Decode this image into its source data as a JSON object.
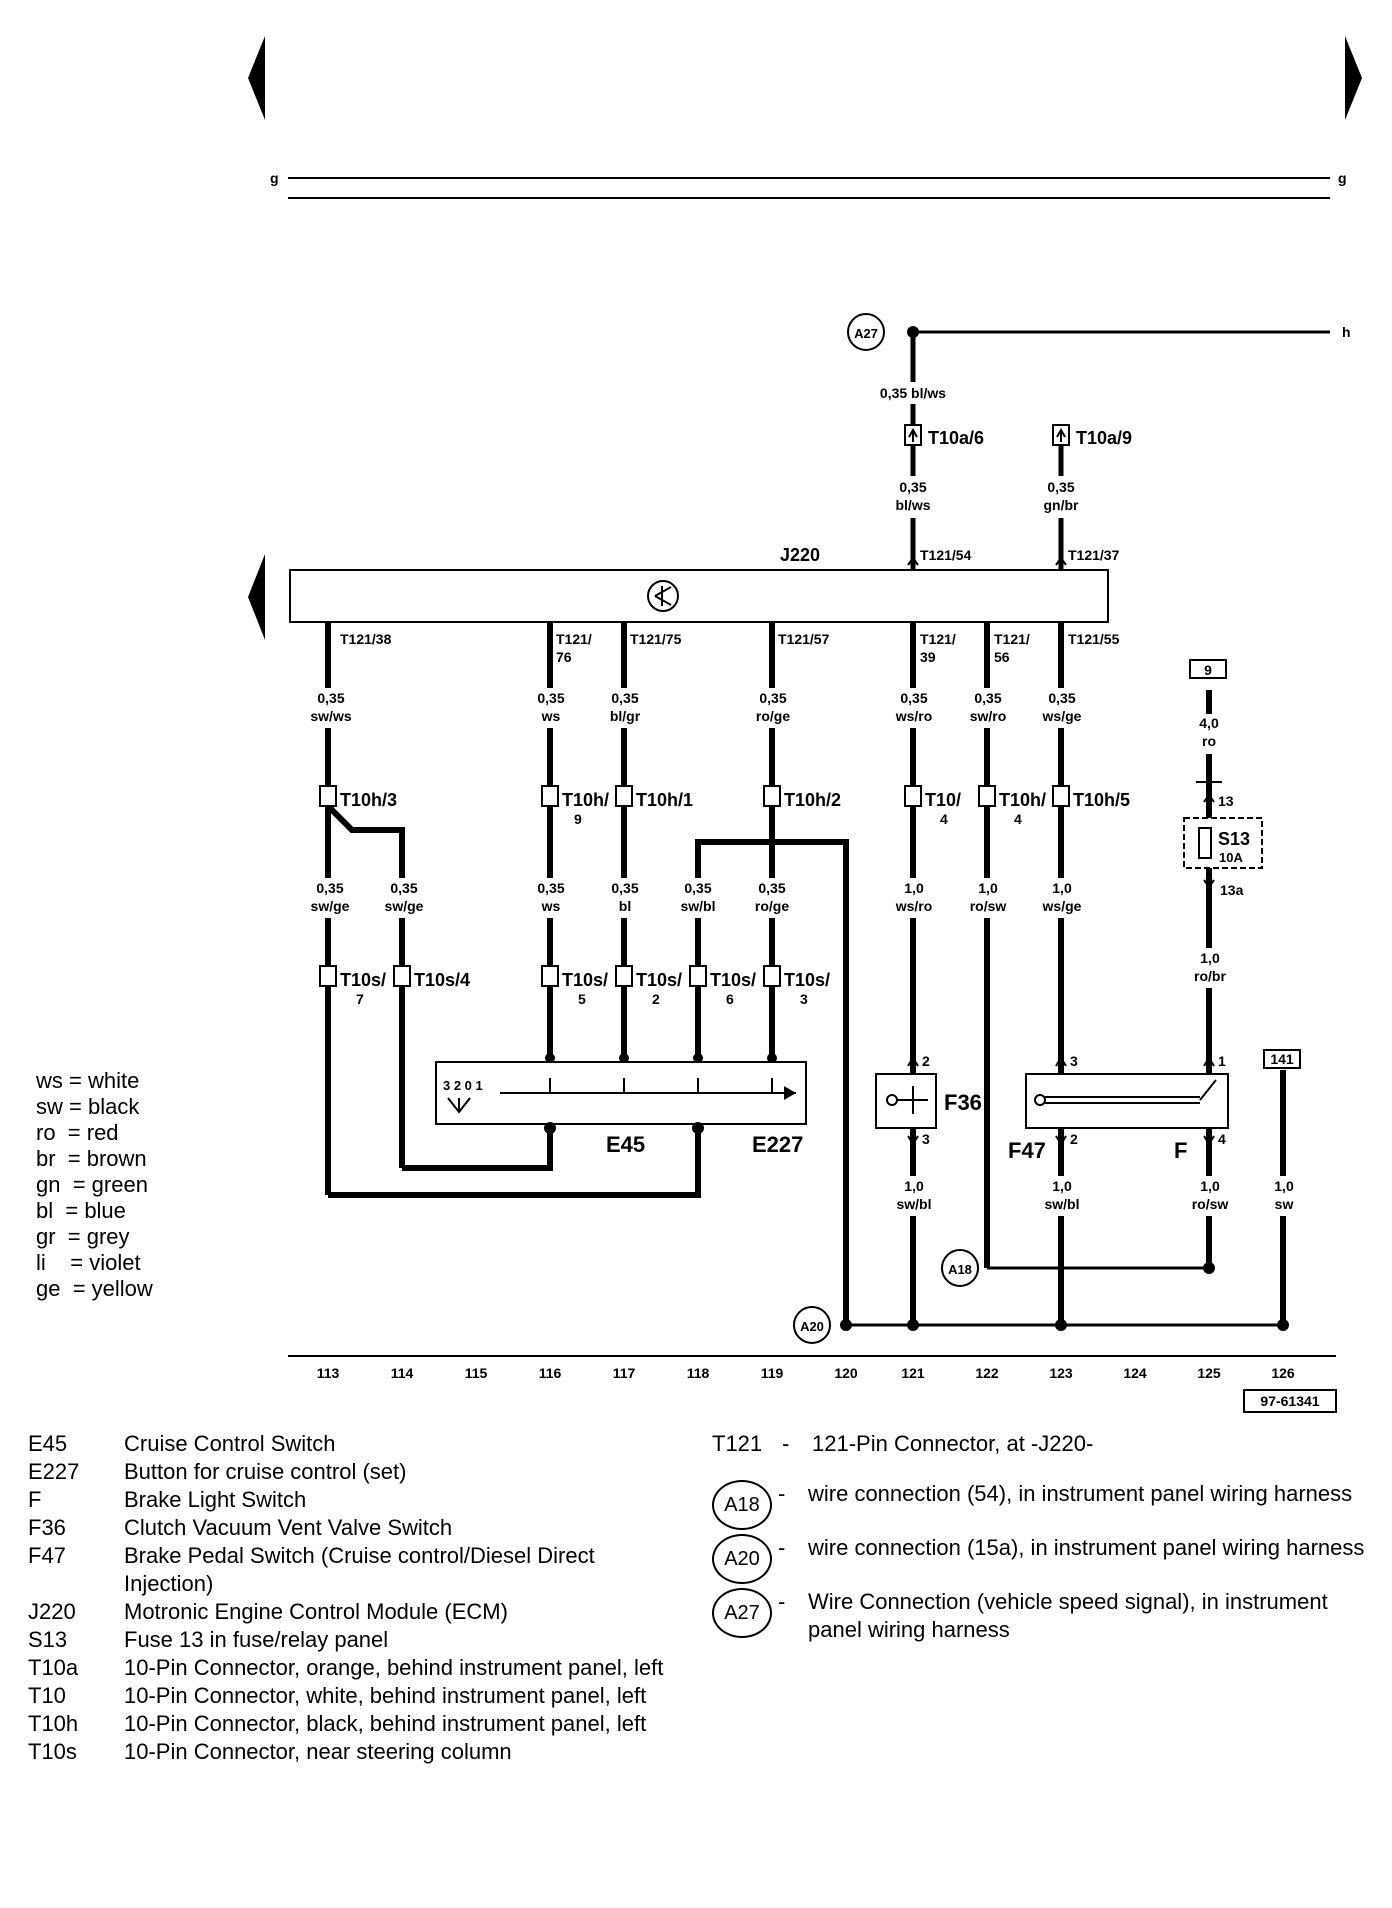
{
  "diagram": {
    "figure_id": "97-61341",
    "module_label": "J220",
    "rail_g_left": "g",
    "rail_g_right": "g",
    "rail_h_right": "h",
    "wire_connections": {
      "a27": "A27",
      "a18": "A18",
      "a20": "A20"
    },
    "fuse": {
      "name": "S13",
      "rating": "10A",
      "pin_in": "13",
      "pin_out": "13a",
      "supply_ref": "9"
    },
    "ground_ref": "141",
    "upper_wires": [
      {
        "gauge": "0,35 bl/ws"
      },
      {
        "gauge": "0,35",
        "color": "bl/ws"
      },
      {
        "gauge": "0,35",
        "color": "gn/br"
      },
      {
        "gauge": "4,0",
        "color": "ro"
      }
    ],
    "upper_connectors": [
      "T10a/6",
      "T10a/9"
    ],
    "module_top_pins": [
      "T121/54",
      "T121/37"
    ],
    "module_bottom_pins": [
      {
        "label": "T121/38"
      },
      {
        "label": "T121/",
        "label2": "76"
      },
      {
        "label": "T121/75"
      },
      {
        "label": "T121/57"
      },
      {
        "label": "T121/",
        "label2": "39"
      },
      {
        "label": "T121/",
        "label2": "56"
      },
      {
        "label": "T121/55"
      }
    ],
    "mid_wires": [
      {
        "gauge": "0,35",
        "color": "sw/ws"
      },
      {
        "gauge": "0,35",
        "color": "ws"
      },
      {
        "gauge": "0,35",
        "color": "bl/gr"
      },
      {
        "gauge": "0,35",
        "color": "ro/ge"
      },
      {
        "gauge": "0,35",
        "color": "ws/ro"
      },
      {
        "gauge": "0,35",
        "color": "sw/ro"
      },
      {
        "gauge": "0,35",
        "color": "ws/ge"
      }
    ],
    "t10h_connectors": [
      {
        "label": "T10h/3"
      },
      {
        "label": "T10h/",
        "label2": "9"
      },
      {
        "label": "T10h/1"
      },
      {
        "label": "T10h/2"
      },
      {
        "label": "T10/",
        "label2": "4"
      },
      {
        "label": "T10h/",
        "label2": "4"
      },
      {
        "label": "T10h/5"
      }
    ],
    "lower_wires": [
      {
        "gauge": "0,35",
        "color": "sw/ge"
      },
      {
        "gauge": "0,35",
        "color": "sw/ge"
      },
      {
        "gauge": "0,35",
        "color": "ws"
      },
      {
        "gauge": "0,35",
        "color": "bl"
      },
      {
        "gauge": "0,35",
        "color": "sw/bl"
      },
      {
        "gauge": "0,35",
        "color": "ro/ge"
      },
      {
        "gauge": "1,0",
        "color": "ws/ro"
      },
      {
        "gauge": "1,0",
        "color": "ro/sw"
      },
      {
        "gauge": "1,0",
        "color": "ws/ge"
      },
      {
        "gauge": "1,0",
        "color": "ro/br"
      }
    ],
    "t10s_connectors": [
      {
        "label": "T10s/",
        "label2": "7"
      },
      {
        "label": "T10s/4"
      },
      {
        "label": "T10s/",
        "label2": "5"
      },
      {
        "label": "T10s/",
        "label2": "2"
      },
      {
        "label": "T10s/",
        "label2": "6"
      },
      {
        "label": "T10s/",
        "label2": "3"
      }
    ],
    "switch_scale": "3 2 0 1",
    "components": {
      "e45": "E45",
      "e227": "E227",
      "f36": "F36",
      "f47": "F47",
      "f": "F"
    },
    "switch_pins": {
      "f36_top": "2",
      "f36_bottom": "3",
      "f47_top": "3",
      "f47_bottom": "2",
      "f_top": "1",
      "f_bottom": "4"
    },
    "bottom_wires": [
      {
        "gauge": "1,0",
        "color": "sw/bl"
      },
      {
        "gauge": "1,0",
        "color": "sw/bl"
      },
      {
        "gauge": "1,0",
        "color": "ro/sw"
      },
      {
        "gauge": "1,0",
        "color": "sw"
      }
    ],
    "columns": [
      "113",
      "114",
      "115",
      "116",
      "117",
      "118",
      "119",
      "120",
      "121",
      "122",
      "123",
      "124",
      "125",
      "126"
    ]
  },
  "color_key": [
    {
      "code": "ws",
      "name": "white"
    },
    {
      "code": "sw",
      "name": "black"
    },
    {
      "code": "ro",
      "name": "red"
    },
    {
      "code": "br",
      "name": "brown"
    },
    {
      "code": "gn",
      "name": "green"
    },
    {
      "code": "bl",
      "name": "blue"
    },
    {
      "code": "gr",
      "name": "grey"
    },
    {
      "code": "li",
      "name": "violet"
    },
    {
      "code": "ge",
      "name": "yellow"
    }
  ],
  "legend_left": [
    {
      "code": "E45",
      "text": "Cruise Control Switch"
    },
    {
      "code": "E227",
      "text": "Button for cruise control (set)"
    },
    {
      "code": "F",
      "text": "Brake Light Switch"
    },
    {
      "code": "F36",
      "text": "Clutch Vacuum Vent Valve Switch"
    },
    {
      "code": "F47",
      "text": "Brake Pedal Switch (Cruise control/Diesel Direct Injection)"
    },
    {
      "code": "J220",
      "text": "Motronic Engine Control Module (ECM)"
    },
    {
      "code": "S13",
      "text": "Fuse 13 in fuse/relay panel"
    },
    {
      "code": "T10a",
      "text": "10-Pin Connector, orange, behind instrument panel, left"
    },
    {
      "code": "T10",
      "text": "10-Pin Connector, white, behind instrument panel, left"
    },
    {
      "code": "T10h",
      "text": "10-Pin Connector, black, behind instrument panel, left"
    },
    {
      "code": "T10s",
      "text": "10-Pin Connector,  near steering column"
    }
  ],
  "legend_right": {
    "t121": {
      "code": "T121",
      "text": "121-Pin Connector, at -J220-"
    },
    "circles": [
      {
        "code": "A18",
        "text": "wire connection (54), in instrument panel wiring harness"
      },
      {
        "code": "A20",
        "text": "wire connection (15a), in instrument panel wiring harness"
      },
      {
        "code": "A27",
        "text": "Wire Connection (vehicle speed signal), in instrument panel wiring harness"
      }
    ]
  }
}
